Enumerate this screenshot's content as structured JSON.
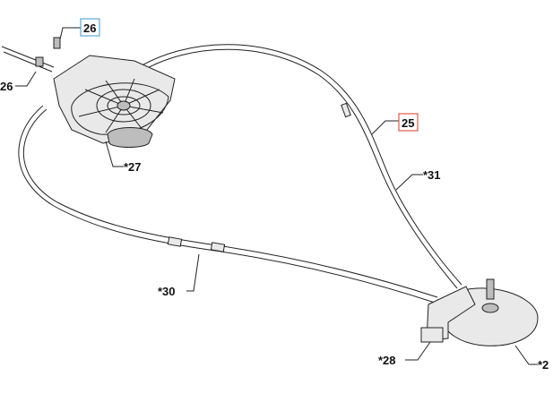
{
  "callouts": {
    "c26_boxed": {
      "text": "26",
      "box_color": "#5aa9d6"
    },
    "c26_left": {
      "text": "26"
    },
    "c27": {
      "text": "*27"
    },
    "c25": {
      "text": "25",
      "box_color": "#e05a4a"
    },
    "c31": {
      "text": "*31"
    },
    "c30": {
      "text": "*30"
    },
    "c28": {
      "text": "*28"
    },
    "c2": {
      "text": "*2"
    }
  }
}
